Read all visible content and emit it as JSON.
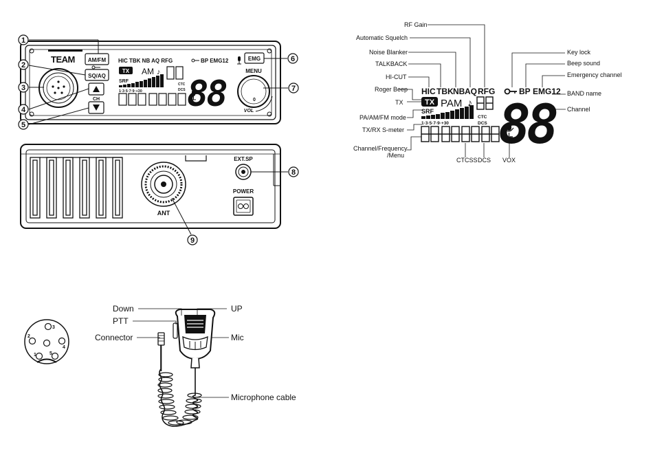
{
  "front_panel": {
    "logo": "TEAM",
    "buttons": {
      "am_fm": "AM/FM",
      "sq_aq": "SQ/AQ",
      "ch": "CH",
      "emg": "EMG",
      "menu": "MENU",
      "vol": "VOL",
      "knob_value": "0"
    },
    "mini_lcd": {
      "indicators": "HIC TBK NB AQ RFG",
      "right_indicators": "BP EMG12",
      "tx": "TX",
      "mode": "AM",
      "srf": "SRF",
      "channel": "88",
      "smeter_scale": "1·3·5·7·9·+30",
      "ctc": "CTC",
      "dcs": "DCS"
    },
    "callouts": [
      "1",
      "2",
      "3",
      "4",
      "5",
      "6",
      "7"
    ]
  },
  "rear_panel": {
    "ext_sp": "EXT.SP",
    "power": "POWER",
    "ant": "ANT",
    "callouts": [
      "8",
      "9"
    ]
  },
  "lcd_detail": {
    "indicators": [
      "HIC",
      "TBK",
      "NB",
      "AQ",
      "RFG"
    ],
    "right_indicators": [
      "BP",
      "EMG12"
    ],
    "tx": "TX",
    "mode": "PAM",
    "srf": "SRF",
    "channel": "88",
    "smeter_scale": "1·3·5·7·9·+30",
    "ctc": "CTC",
    "dcs": "DCS",
    "labels": {
      "rf_gain": "RF Gain",
      "auto_squelch": "Automatic Squelch",
      "noise_blanker": "Noise Blanker",
      "talkback": "TALKBACK",
      "hi_cut": "HI-CUT",
      "roger_beep": "Roger Beep",
      "tx": "TX",
      "mode": "PA/AM/FM mode",
      "smeter": "TX/RX S-meter",
      "chfreq1": "Channel/Frequency",
      "chfreq2": "/Menu",
      "ctcss": "CTCSS",
      "dcs": "DCS",
      "vox": "VOX",
      "key_lock": "Key lock",
      "beep": "Beep sound",
      "emergency": "Emergency channel",
      "band": "BAND name",
      "channel": "Channel"
    }
  },
  "connector": {
    "pins": [
      "1",
      "2",
      "3",
      "4",
      "5"
    ]
  },
  "microphone": {
    "labels": {
      "down": "Down",
      "up": "UP",
      "ptt": "PTT",
      "mic": "Mic",
      "connector": "Connector",
      "cable": "Microphone cable"
    }
  }
}
